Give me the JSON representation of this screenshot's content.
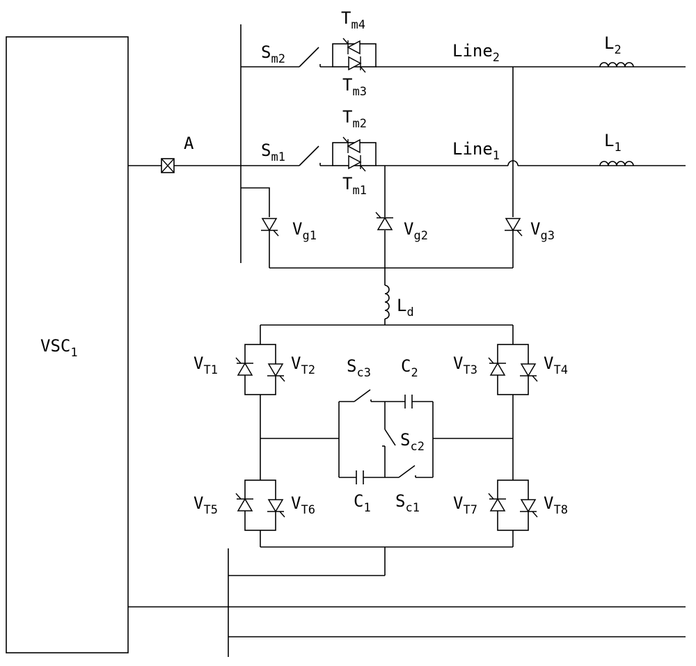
{
  "labels": {
    "vsc": {
      "main": "VSC",
      "sub": "1"
    },
    "A": "A",
    "Sm2": {
      "main": "S",
      "sub": "m2"
    },
    "Sm1": {
      "main": "S",
      "sub": "m1"
    },
    "Tm4": {
      "main": "T",
      "sub": "m4"
    },
    "Tm3": {
      "main": "T",
      "sub": "m3"
    },
    "Tm2": {
      "main": "T",
      "sub": "m2"
    },
    "Tm1": {
      "main": "T",
      "sub": "m1"
    },
    "Line2": {
      "main": "Line",
      "sub": "2"
    },
    "Line1": {
      "main": "Line",
      "sub": "1"
    },
    "L2": {
      "main": "L",
      "sub": "2"
    },
    "L1": {
      "main": "L",
      "sub": "1"
    },
    "Vg1": {
      "main": "V",
      "sub": "g1"
    },
    "Vg2": {
      "main": "V",
      "sub": "g2"
    },
    "Vg3": {
      "main": "V",
      "sub": "g3"
    },
    "Ld": {
      "main": "L",
      "sub": "d"
    },
    "VT1": {
      "main": "V",
      "sub": "T1"
    },
    "VT2": {
      "main": "V",
      "sub": "T2"
    },
    "VT3": {
      "main": "V",
      "sub": "T3"
    },
    "VT4": {
      "main": "V",
      "sub": "T4"
    },
    "VT5": {
      "main": "V",
      "sub": "T5"
    },
    "VT6": {
      "main": "V",
      "sub": "T6"
    },
    "VT7": {
      "main": "V",
      "sub": "T7"
    },
    "VT8": {
      "main": "V",
      "sub": "T8"
    },
    "Sc3": {
      "main": "S",
      "sub": "c3"
    },
    "Sc2": {
      "main": "S",
      "sub": "c2"
    },
    "Sc1": {
      "main": "S",
      "sub": "c1"
    },
    "C2": {
      "main": "C",
      "sub": "2"
    },
    "C1": {
      "main": "C",
      "sub": "1"
    }
  }
}
